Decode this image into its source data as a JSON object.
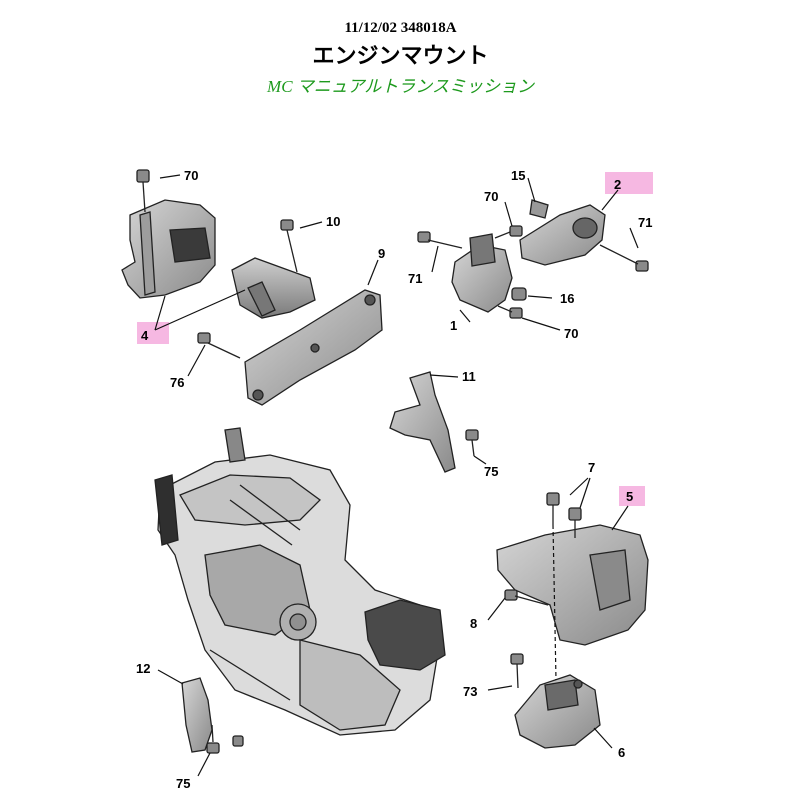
{
  "header": {
    "doc_id": "11/12/02 348018A",
    "title": "エンジンマウント",
    "subtitle_prefix": "MC",
    "subtitle_text": "マニュアルトランスミッション",
    "subtitle_color": "#1e9a1e"
  },
  "callouts": {
    "c70a": "70",
    "c10": "10",
    "c9": "9",
    "c4": "4",
    "c76": "76",
    "c15": "15",
    "c2": "2",
    "c70b": "70",
    "c71a": "71",
    "c71b": "71",
    "c16": "16",
    "c1": "1",
    "c70c": "70",
    "c11": "11",
    "c75a": "75",
    "c7": "7",
    "c5": "5",
    "c8": "8",
    "c73": "73",
    "c6": "6",
    "c12": "12",
    "c75b": "75"
  },
  "colors": {
    "highlight": "#f6b8e2",
    "part_fill": "#b9b9b9",
    "part_dark": "#6f6f6f",
    "engine_fill": "#d4d4d4"
  }
}
